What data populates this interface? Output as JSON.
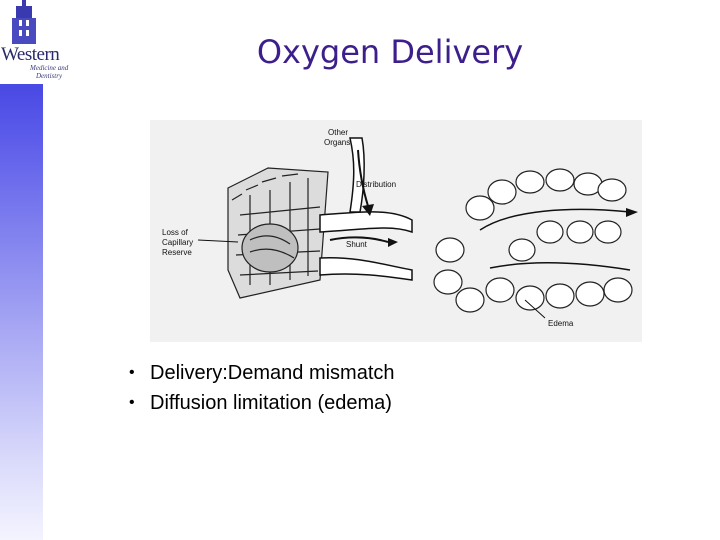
{
  "slide": {
    "title": "Oxygen Delivery",
    "logo": {
      "word": "Western",
      "sub1": "Medicine and",
      "sub2": "Dentistry"
    },
    "figure": {
      "labels": {
        "other_organs_1": "Other",
        "other_organs_2": "Organs",
        "distribution": "Distribution",
        "loss_1": "Loss of",
        "loss_2": "Capillary",
        "loss_3": "Reserve",
        "shunt": "Shunt",
        "edema": "Edema"
      }
    },
    "bullets": [
      "Delivery:Demand mismatch",
      "Diffusion limitation (edema)"
    ]
  }
}
